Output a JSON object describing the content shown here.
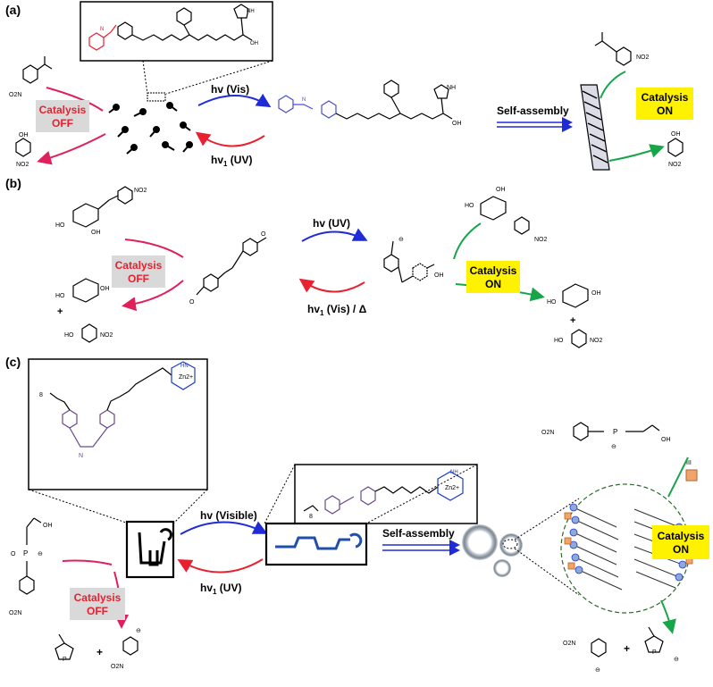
{
  "colors": {
    "blue": "#1f2bd6",
    "red": "#e8202f",
    "magenta": "#e0205a",
    "green": "#18a54a",
    "catalysis_red": "#e8202f",
    "off_box": "#d9d9d9",
    "on_box": "#fff200",
    "azo_red": "#e8202f",
    "azo_blue": "#4b4fd6",
    "azo_purple": "#6a4a8a",
    "zn_blue": "#1a3ccc",
    "orange": "#f2a56a"
  },
  "panel_a": {
    "label": "(a)",
    "forward": "hv (Vis)",
    "reverse_main": "hv",
    "reverse_sub": "1",
    "reverse_tail": " (UV)",
    "assembly": "Self-assembly",
    "off_line1": "Catalysis",
    "off_line2": "OFF",
    "on_line1": "Catalysis",
    "on_line2": "ON",
    "no2": "NO2",
    "o2n": "O2N",
    "oh": "OH",
    "nh": "NH",
    "n": "N",
    "h": "H",
    "o": "O"
  },
  "panel_b": {
    "label": "(b)",
    "forward": "hv (UV)",
    "reverse_main": "hv",
    "reverse_sub": "1",
    "reverse_tail": " (Vis) / Δ",
    "off_line1": "Catalysis",
    "off_line2": "OFF",
    "on_line1": "Catalysis",
    "on_line2": "ON",
    "ho": "HO",
    "oh": "OH",
    "no2": "NO2",
    "plus": "+",
    "o_minus": "O",
    "minus": "⊖"
  },
  "panel_c": {
    "label": "(c)",
    "forward": "hv (Visible)",
    "reverse_main": "hv",
    "reverse_sub": "1",
    "reverse_tail": " (UV)",
    "assembly": "Self-assembly",
    "off_line1": "Catalysis",
    "off_line2": "OFF",
    "on_line1": "Catalysis",
    "on_line2": "ON",
    "zn": "Zn2+",
    "hn": "HN",
    "nh": "NH",
    "n": "N",
    "sub8": "8",
    "o2n": "O2N",
    "oh": "OH",
    "p": "P",
    "o": "O",
    "plus": "+",
    "minus": "⊖",
    "iii": "III"
  }
}
